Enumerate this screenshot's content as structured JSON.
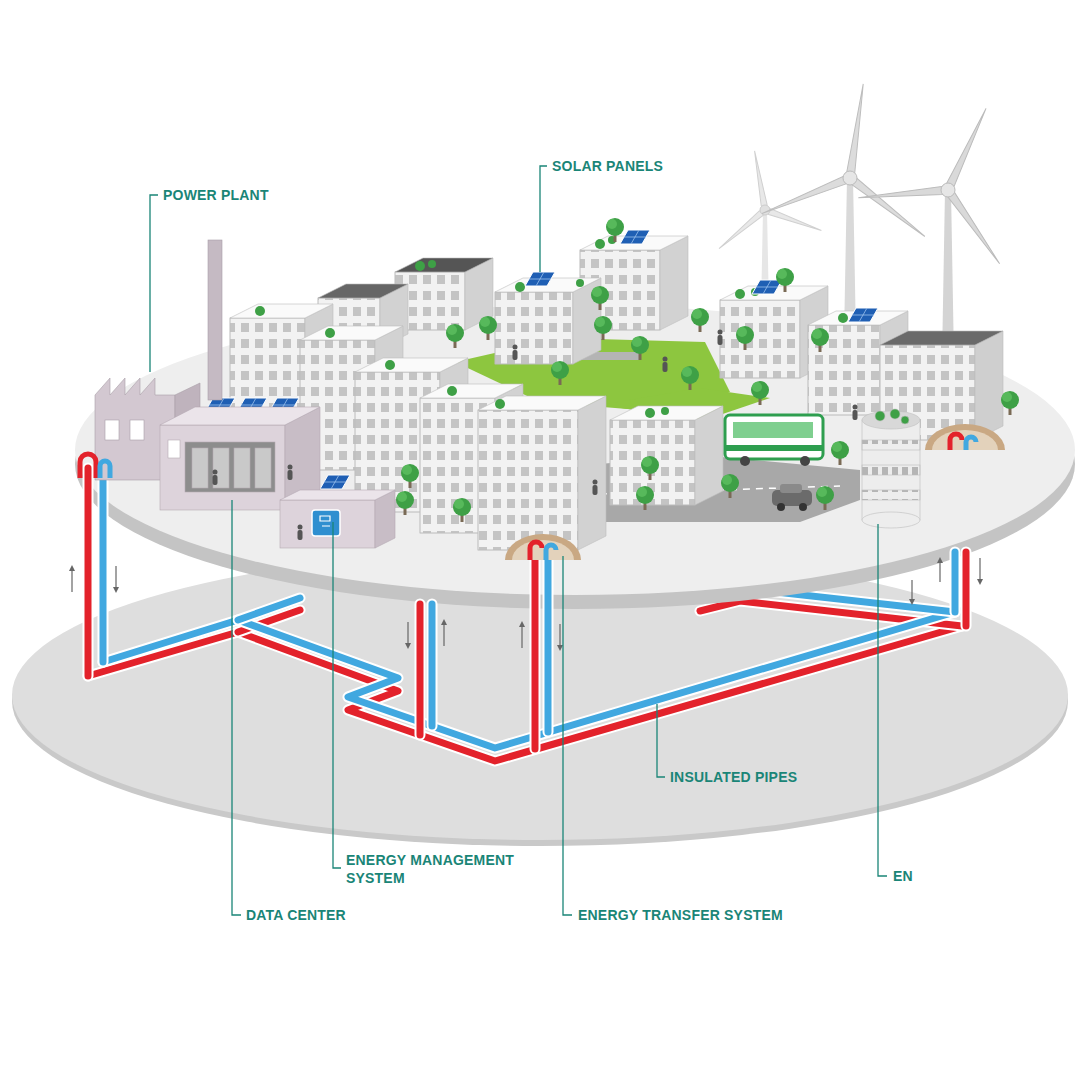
{
  "diagram": {
    "labels": [
      "POWER PLANT",
      "SOLAR PANELS",
      "INSULATED PIPES",
      "ENERGY MANAGEMENT SYSTEM",
      "DATA CENTER",
      "ENERGY TRANSFER SYSTEM",
      "EN"
    ]
  }
}
